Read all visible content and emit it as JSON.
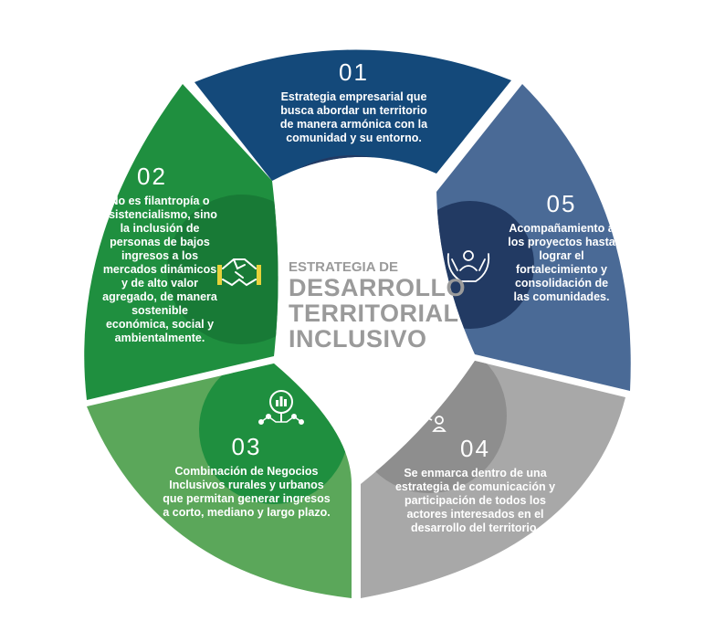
{
  "center": {
    "line1": "ESTRATEGIA DE",
    "line2": "DESARROLLO",
    "line3": "TERRITORIAL",
    "line4": "INCLUSIVO"
  },
  "segments": [
    {
      "number": "01",
      "text": "Estrategia empresarial que busca abordar un territorio de manera armónica con la comunidad y su entorno.",
      "color": "#14497a",
      "icon": "gear-icon"
    },
    {
      "number": "02",
      "text": "No es filantropía o asistencialismo, sino la inclusión de personas de bajos ingresos a los mercados dinámicos y de alto valor agregado, de manera sostenible económica, social y ambientalmente.",
      "color": "#1f8f3f",
      "icon": "handshake-icon"
    },
    {
      "number": "03",
      "text": "Combinación de Negocios Inclusivos rurales y urbanos que permitan generar ingresos a corto, mediano y largo plazo.",
      "color": "#5ba75a",
      "icon": "magnifier-chart-icon"
    },
    {
      "number": "04",
      "text": "Se enmarca dentro de una estrategia de comunicación y participación de todos los actores interesados en el desarrollo del territorio.",
      "color": "#a8a8a8",
      "icon": "people-network-icon"
    },
    {
      "number": "05",
      "text": "Acompañamiento a los proyectos hasta lograr el fortalecimiento y consolidación de las comunidades.",
      "color": "#4a6a96",
      "icon": "hands-person-icon"
    }
  ]
}
